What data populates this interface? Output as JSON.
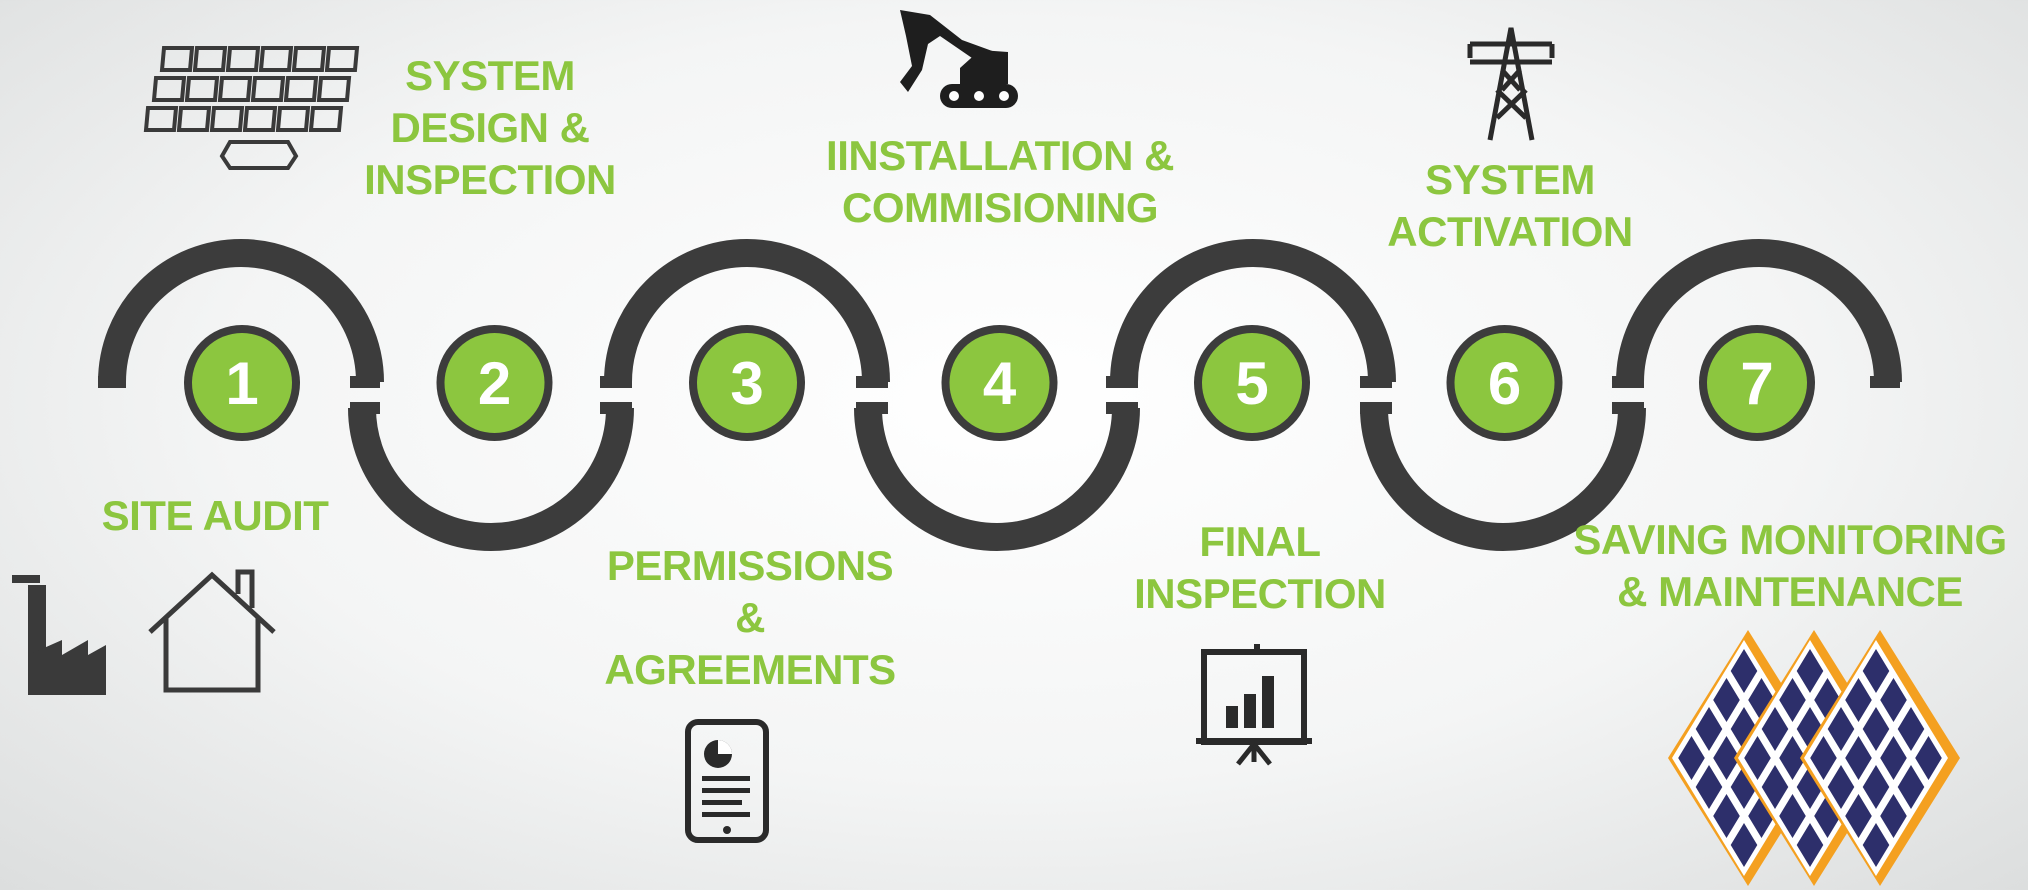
{
  "steps": [
    {
      "number": "1",
      "label": "SITE AUDIT"
    },
    {
      "number": "2",
      "label": "SYSTEM\nDESIGN &\nINSPECTION"
    },
    {
      "number": "3",
      "label": "PERMISSIONS\n&\nAGREEMENTS"
    },
    {
      "number": "4",
      "label": "IINSTALLATION &\nCOMMISIONING"
    },
    {
      "number": "5",
      "label": "FINAL\nINSPECTION"
    },
    {
      "number": "6",
      "label": "SYSTEM\nACTIVATION"
    },
    {
      "number": "7",
      "label": "SAVING MONITORING\n& MAINTENANCE"
    }
  ],
  "colors": {
    "accent": "#8cc63f",
    "track": "#3c3c3c",
    "panel": "#2d2f6b",
    "panel_frame": "#f4a020"
  },
  "icons": [
    "factory-icon",
    "house-icon",
    "solar-array-icon",
    "tablet-report-icon",
    "excavator-icon",
    "presentation-chart-icon",
    "power-tower-icon",
    "solar-panels-icon"
  ]
}
